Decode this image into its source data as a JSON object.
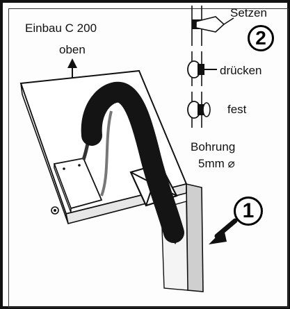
{
  "labels": {
    "installation": "Einbau C 200",
    "top": "oben",
    "set": "Setzen",
    "press": "drücken",
    "fixed": "fest",
    "hole": "Bohrung",
    "hole_size": "5mm ⌀"
  },
  "steps": {
    "step_1": "1",
    "step_2": "2"
  },
  "colors": {
    "line": "#111111",
    "background": "#fdfdfd",
    "cable": "#141414",
    "panel_shade": "#cfcfcf"
  }
}
